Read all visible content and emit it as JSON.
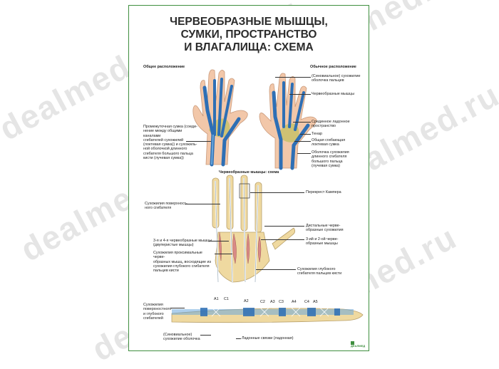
{
  "watermark": "dealmed.ru",
  "title_lines": [
    "ЧЕРВЕОБРАЗНЫЕ МЫШЦЫ,",
    "СУМКИ, ПРОСТРАНСТВО",
    "И ВЛАГАЛИЩА: СХЕМА"
  ],
  "section1": {
    "left_heading": "Общее расположение",
    "right_heading": "Обычное расположение",
    "left_label": [
      "Промежуточная сумка (соеди-",
      "нение между общими каналами",
      "сгибателей сухожилий",
      "(локтевая сумка)) и сухожиль-",
      "ной оболочкой длинного",
      "сгибателя большого пальца",
      "кисти (лучевая сумка))"
    ],
    "right_labels": [
      [
        "(Синовиальное) сухожилие",
        "оболочка пальцев"
      ],
      [
        "Червеобразные мышцы"
      ],
      [
        "Срединное ладонное",
        "пространство"
      ],
      [
        "Тенар"
      ],
      [
        "Общая сгибающая",
        "локтевая сумка"
      ],
      [
        "Оболочка сухожилия",
        "длинного сгибателя",
        "большого пальца",
        "(лучевая сумка)"
      ]
    ]
  },
  "section2": {
    "heading": "Червеобразные мышцы: схема",
    "right_labels": [
      [
        "Перекрест Кампера"
      ],
      [
        "Дистальные черве-",
        "образные сухожилия"
      ],
      [
        "3-ий и 2-ой черве-",
        "образные мышцы"
      ],
      [
        "Сухожилия глубокого",
        "сгибателя пальцев кисти"
      ]
    ],
    "left_labels": [
      [
        "Сухожилия поверхност-",
        "ного сгибателя"
      ],
      [
        "3-я и 4-я червеобразные мышцы",
        "(двуперистые мышцы)"
      ],
      [
        "Сухожилия проксимальные черве-",
        "образных мышц, восходящие из",
        "сухожилия глубокого сгибателя пальцев кисти"
      ]
    ]
  },
  "section3": {
    "pulleys": [
      "A1",
      "C1",
      "A2",
      "C2",
      "A3",
      "C3",
      "A4",
      "C4",
      "A5"
    ],
    "left_label": [
      "Сухожилия",
      "поверхностного",
      "и глубокого",
      "сгибателей"
    ],
    "bottom_left": [
      "(Синовиальное)",
      "сухожилие оболочка"
    ],
    "bottom_center": "Ладонные связки (ладонная)"
  },
  "logo": "ДЕАЛМЕД",
  "colors": {
    "border": "#3f8f3f",
    "skin": "#f2c7a9",
    "sheath": "#2e6fb5",
    "sheath_light": "#6aa8dc",
    "lumbrical": "#c9c16a",
    "bone": "#efd9a0",
    "muscle": "#d98a86"
  }
}
